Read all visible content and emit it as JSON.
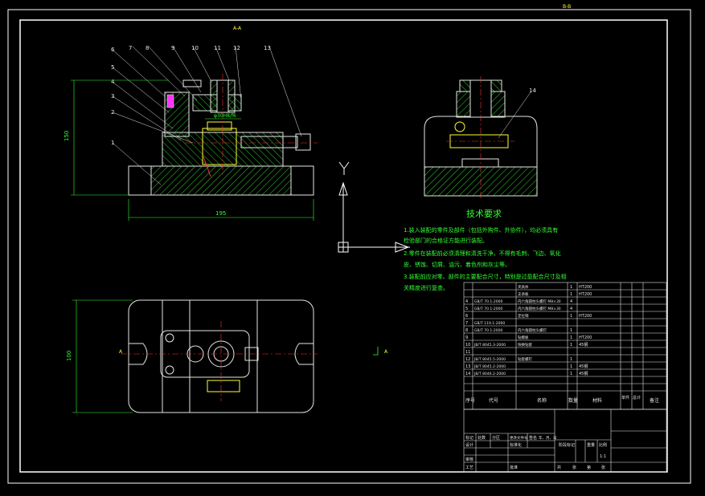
{
  "sheet": {
    "top_mark": "B-B",
    "section_mark": "A-A",
    "section_arrow_letter": "A",
    "ucs_label": "Y"
  },
  "front_view": {
    "balloons": [
      "1",
      "2",
      "3",
      "4",
      "5",
      "6",
      "7",
      "8",
      "9",
      "10",
      "11",
      "12",
      "13"
    ],
    "dim_height": "150",
    "dim_width": "195",
    "dim_dia": "φ30H8/f6"
  },
  "side_view": {
    "balloon": "14"
  },
  "plan_view": {
    "dim_height": "100",
    "left_label": "A",
    "right_label": "A"
  },
  "tech_requirements": {
    "title": "技术要求",
    "lines": [
      "1.装入装配的零件及部件（包括外购件、外协件），均必须具有",
      "检验部门的合格证方能进行装配。",
      "2.零件在装配前必须清理和清洗干净，不得有毛刺、飞边、氧化",
      "皮、锈蚀、切屑、油污、着色剂和灰尘等。",
      "3.装配前应对零、部件的主要配合尺寸，特别是过盈配合尺寸及相",
      "关精度进行复查。"
    ]
  },
  "bom": {
    "header": [
      "序号",
      "代号",
      "名称",
      "数量",
      "材料",
      "单件",
      "总计",
      "备注"
    ],
    "rows": [
      {
        "no": "",
        "code": "",
        "name": "夹具体",
        "qty": "1",
        "mat": "HT200"
      },
      {
        "no": "",
        "code": "",
        "name": "支承板",
        "qty": "1",
        "mat": "HT200"
      },
      {
        "no": "4",
        "code": "GB/T 70.1-2000",
        "name": "内六角圆柱头螺钉 M8×30",
        "qty": "4",
        "mat": ""
      },
      {
        "no": "5",
        "code": "GB/T 70.1-2000",
        "name": "内六角圆柱头螺钉 M8×30",
        "qty": "4",
        "mat": ""
      },
      {
        "no": "6",
        "code": "",
        "name": "定位销",
        "qty": "1",
        "mat": "HT200"
      },
      {
        "no": "7",
        "code": "GB/T 119.1-2000",
        "name": "",
        "qty": "",
        "mat": ""
      },
      {
        "no": "8",
        "code": "GB/T 70.1-2000",
        "name": "内六角圆柱头螺钉",
        "qty": "1",
        "mat": ""
      },
      {
        "no": "9",
        "code": "",
        "name": "钻模板",
        "qty": "1",
        "mat": "HT200"
      },
      {
        "no": "10",
        "code": "JB/T 8045.3-2000",
        "name": "快换钻套",
        "qty": "1",
        "mat": "45钢"
      },
      {
        "no": "11",
        "code": "",
        "name": "",
        "qty": "",
        "mat": ""
      },
      {
        "no": "12",
        "code": "JB/T 8045.5-2000",
        "name": "钻套螺钉",
        "qty": "1",
        "mat": ""
      },
      {
        "no": "13",
        "code": "JB/T 8045.2-2000",
        "name": "",
        "qty": "1",
        "mat": "45钢"
      },
      {
        "no": "14",
        "code": "JB/T 8046.2-2000",
        "name": "",
        "qty": "1",
        "mat": "45钢"
      },
      {
        "no": "",
        "code": "",
        "name": "",
        "qty": "",
        "mat": ""
      }
    ]
  },
  "title_block": {
    "labels": [
      "标记",
      "处数",
      "分区",
      "更改文件号",
      "签名",
      "年、月、日",
      "设计",
      "标准化",
      "审核",
      "工艺",
      "批准",
      "阶段标记",
      "重量",
      "比例",
      "共",
      "张",
      "第",
      "张"
    ],
    "scale": "1:1"
  },
  "colors": {
    "line": "#e6e6e6",
    "border": "#ffffff",
    "dimension": "#33ff33",
    "center": "#ff3333",
    "hatch": "#33cc33",
    "yellow": "#ffff33",
    "magenta": "#ff33ff",
    "cyan": "#33ffff",
    "ucs": "#ffffff"
  }
}
